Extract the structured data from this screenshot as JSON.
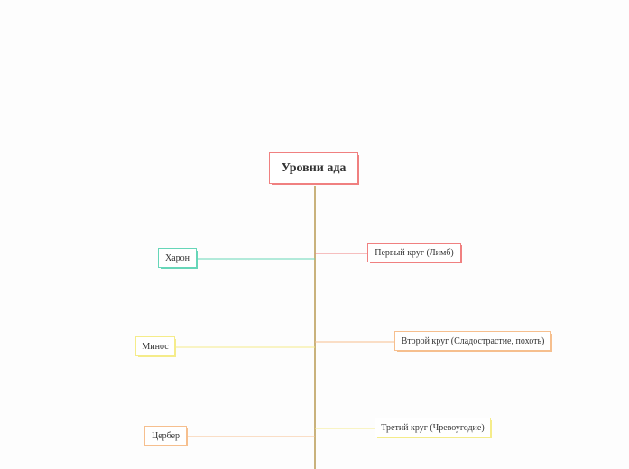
{
  "map": {
    "title": "Уровни ада",
    "colors": {
      "root": "#f08080",
      "trunk": "#c9b27c",
      "red": "#f08080",
      "teal": "#66d6b8",
      "yellow": "#f5ec8a",
      "orange": "#f6bf8e"
    },
    "branches": [
      {
        "label": "Первый круг (Лимб)",
        "color": "#f08080"
      },
      {
        "label": "Харон",
        "color": "#66d6b8"
      },
      {
        "label": "Второй круг (Сладострастие, похоть)",
        "color": "#f6bf8e"
      },
      {
        "label": "Минос",
        "color": "#f5ec8a"
      },
      {
        "label": "Третий круг (Чревоугодие)",
        "color": "#f5ec8a"
      },
      {
        "label": "Цербер",
        "color": "#f6bf8e"
      }
    ]
  }
}
